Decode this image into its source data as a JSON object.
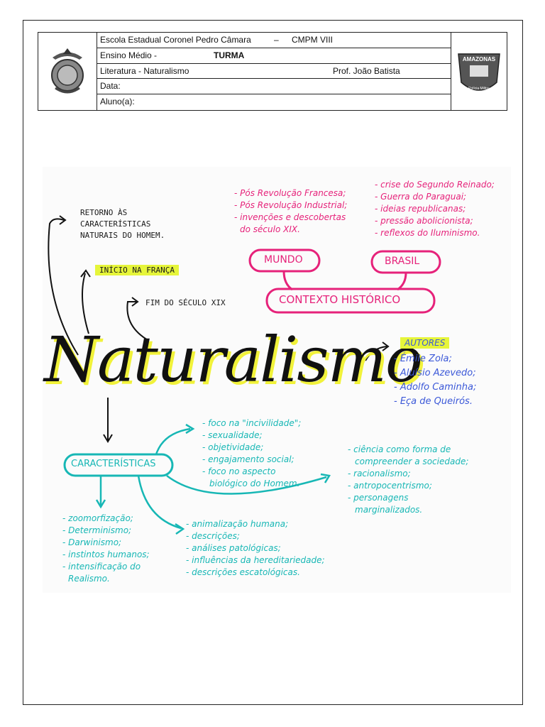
{
  "header": {
    "row1": "Escola Estadual Coronel Pedro Câmara",
    "row1_dash": "–",
    "row1_right": "CMPM VIII",
    "row2_left": "Ensino Médio  -",
    "row2_right": "TURMA",
    "row3_left": "Literatura -  Naturalismo",
    "row3_right": "Prof. João Batista",
    "row4": "Data:",
    "row5": "Aluno(a):",
    "badge_text": "AMAZONAS",
    "badge_sub": "Polícia Militar"
  },
  "map": {
    "title": "Naturalismo",
    "retorno": [
      "RETORNO ÀS",
      "CARACTERÍSTICAS",
      "NATURAIS DO HOMEM."
    ],
    "inicio": "INÍCIO NA FRANÇA",
    "fim": "FIM DO SÉCULO XIX",
    "mundo_items": [
      "- Pós Revolução Francesa;",
      "- Pós Revolução Industrial;",
      "- invenções e descobertas",
      "  do século XIX."
    ],
    "brasil_items": [
      "- crise do Segundo Reinado;",
      "- Guerra do Paraguai;",
      "- ideias republicanas;",
      "- pressão abolicionista;",
      "- reflexos do Iluminismo."
    ],
    "mundo": "MUNDO",
    "brasil": "BRASIL",
    "contexto": "CONTEXTO HISTÓRICO",
    "autores_label": "AUTORES",
    "autores": [
      "- Émile Zola;",
      "- Aluísio Azevedo;",
      "- Adolfo Caminha;",
      "- Eça de Queirós."
    ],
    "caracteristicas": "CARACTERÍSTICAS",
    "list_top": [
      "- foco na \"incivilidade\";",
      "- sexualidade;",
      "- objetividade;",
      "- engajamento social;",
      "- foco no aspecto",
      "  biológico do Homem."
    ],
    "list_right": [
      "- ciência como forma de",
      "  compreender a sociedade;",
      "- racionalismo;",
      "- antropocentrismo;",
      "- personagens",
      "  marginalizados."
    ],
    "list_left": [
      "- zoomorfização;",
      "- Determinismo;",
      "- Darwinismo;",
      "- instintos humanos;",
      "- intensificação do",
      "  Realismo."
    ],
    "list_mid": [
      "- animalização humana;",
      "- descrições;",
      "- análises patológicas;",
      "- influências da hereditariedade;",
      "- descrições escatológicas."
    ]
  },
  "colors": {
    "pink": "#e6227a",
    "teal": "#17b7b5",
    "blue": "#3b58d8",
    "highlight": "#e6f53a"
  }
}
